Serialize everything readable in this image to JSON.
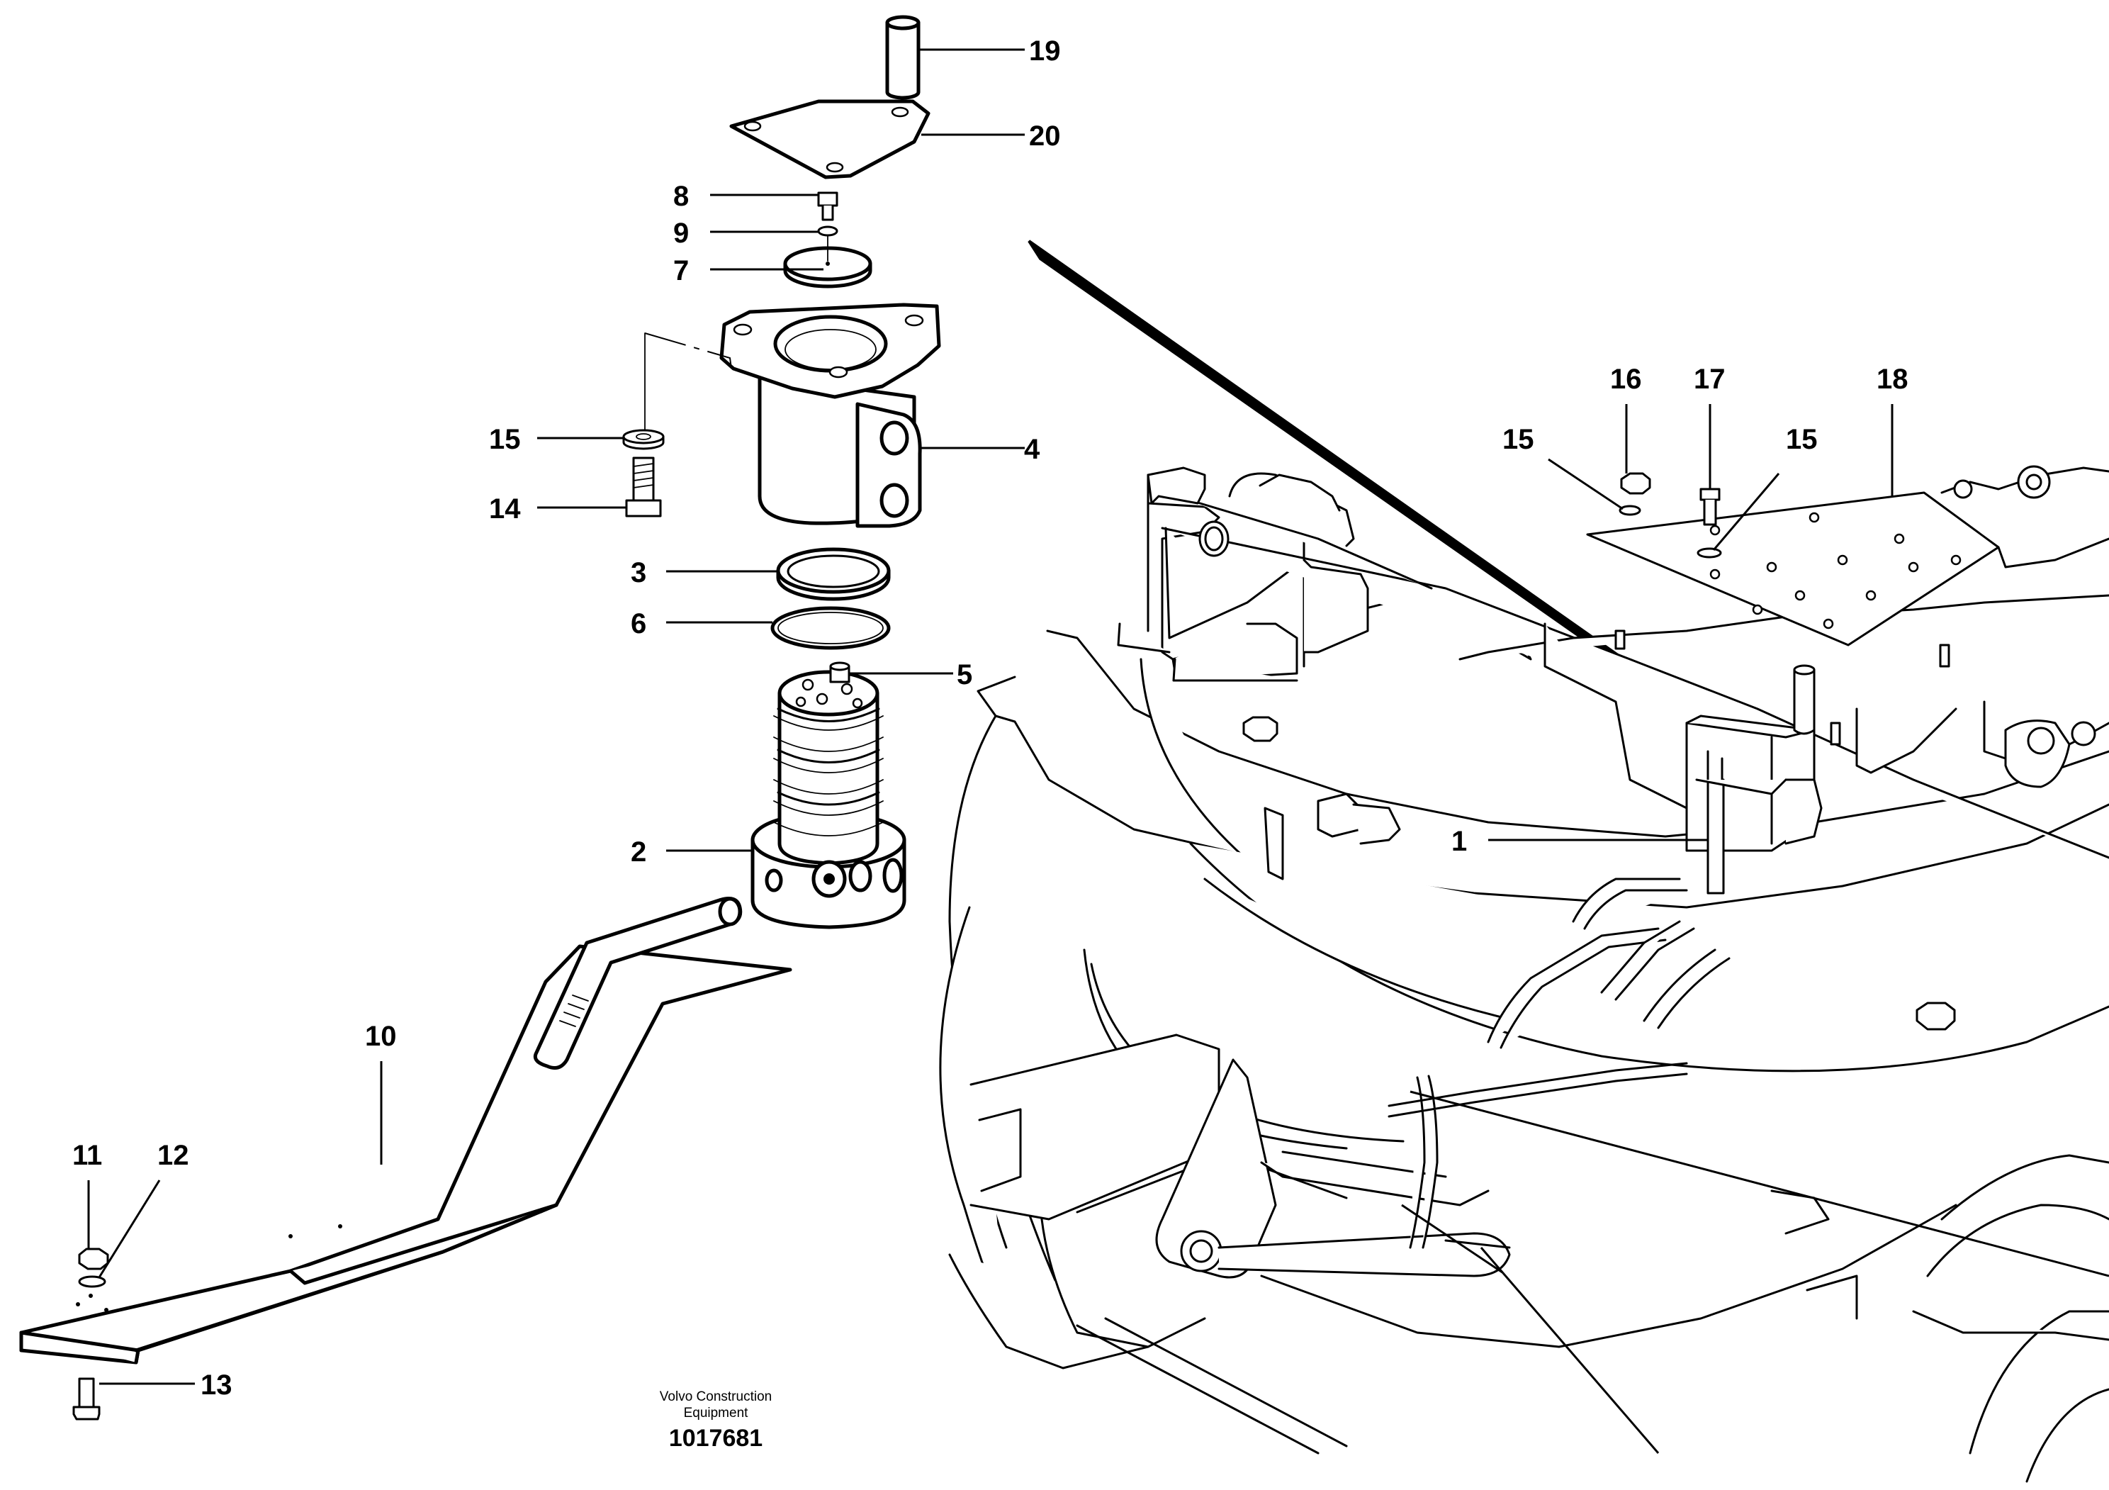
{
  "diagram": {
    "callouts": [
      {
        "id": "c19",
        "label": "19"
      },
      {
        "id": "c20",
        "label": "20"
      },
      {
        "id": "c8",
        "label": "8"
      },
      {
        "id": "c9",
        "label": "9"
      },
      {
        "id": "c7",
        "label": "7"
      },
      {
        "id": "c15a",
        "label": "15"
      },
      {
        "id": "c4",
        "label": "4"
      },
      {
        "id": "c14",
        "label": "14"
      },
      {
        "id": "c3",
        "label": "3"
      },
      {
        "id": "c6",
        "label": "6"
      },
      {
        "id": "c5",
        "label": "5"
      },
      {
        "id": "c2",
        "label": "2"
      },
      {
        "id": "c10",
        "label": "10"
      },
      {
        "id": "c11",
        "label": "11"
      },
      {
        "id": "c12",
        "label": "12"
      },
      {
        "id": "c13",
        "label": "13"
      },
      {
        "id": "c16",
        "label": "16"
      },
      {
        "id": "c17",
        "label": "17"
      },
      {
        "id": "c18",
        "label": "18"
      },
      {
        "id": "c15b",
        "label": "15"
      },
      {
        "id": "c15c",
        "label": "15"
      },
      {
        "id": "c1",
        "label": "1"
      }
    ],
    "footer": {
      "company_line1": "Volvo Construction",
      "company_line2": "Equipment",
      "document_number": "1017681"
    }
  }
}
